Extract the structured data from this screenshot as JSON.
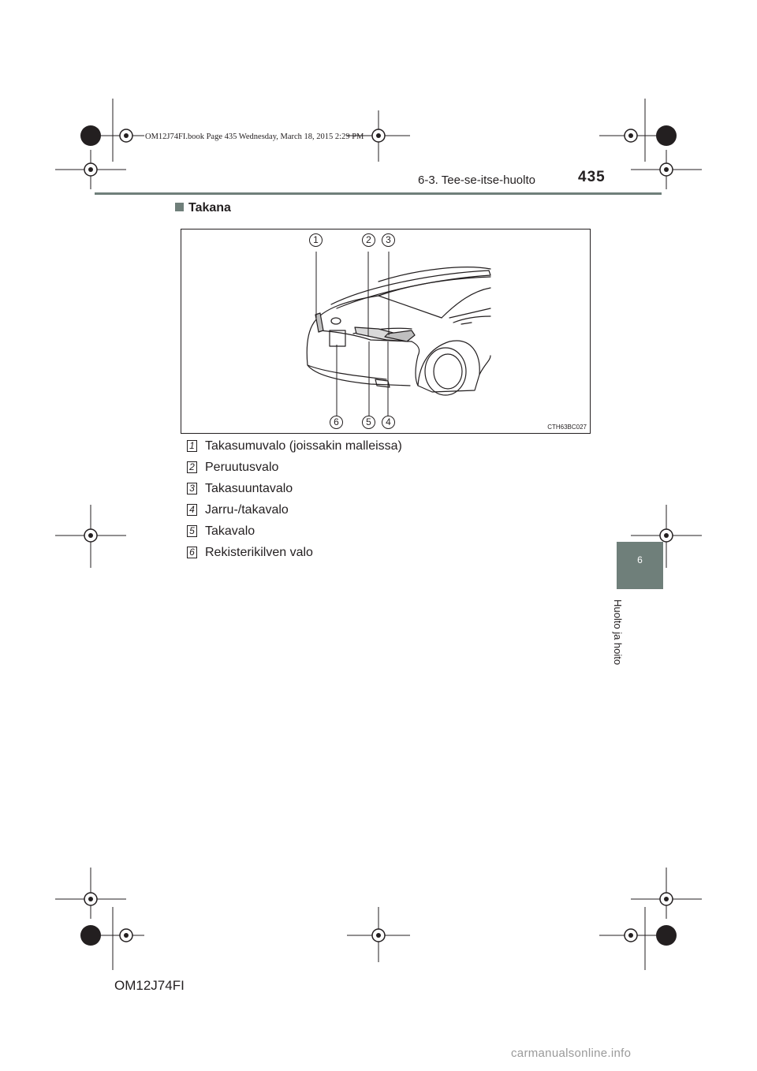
{
  "book_info": "OM12J74FI.book  Page 435  Wednesday, March 18, 2015  2:29 PM",
  "header": {
    "section": "6-3. Tee-se-itse-huolto",
    "page_number": "435"
  },
  "heading": "Takana",
  "figure": {
    "code": "CTH63BC027",
    "callouts": [
      "1",
      "2",
      "3",
      "6",
      "5",
      "4"
    ]
  },
  "legend": [
    {
      "num": "1",
      "text": "Takasumuvalo (joissakin malleissa)"
    },
    {
      "num": "2",
      "text": "Peruutusvalo"
    },
    {
      "num": "3",
      "text": "Takasuuntavalo"
    },
    {
      "num": "4",
      "text": "Jarru-/takavalo"
    },
    {
      "num": "5",
      "text": "Takavalo"
    },
    {
      "num": "6",
      "text": "Rekisterikilven valo"
    }
  ],
  "chapter": {
    "number": "6",
    "title": "Huolto ja hoito"
  },
  "footer_code": "OM12J74FI",
  "watermark": "carmanualsonline.info",
  "colors": {
    "accent": "#6f7f7a",
    "text": "#231f20"
  }
}
